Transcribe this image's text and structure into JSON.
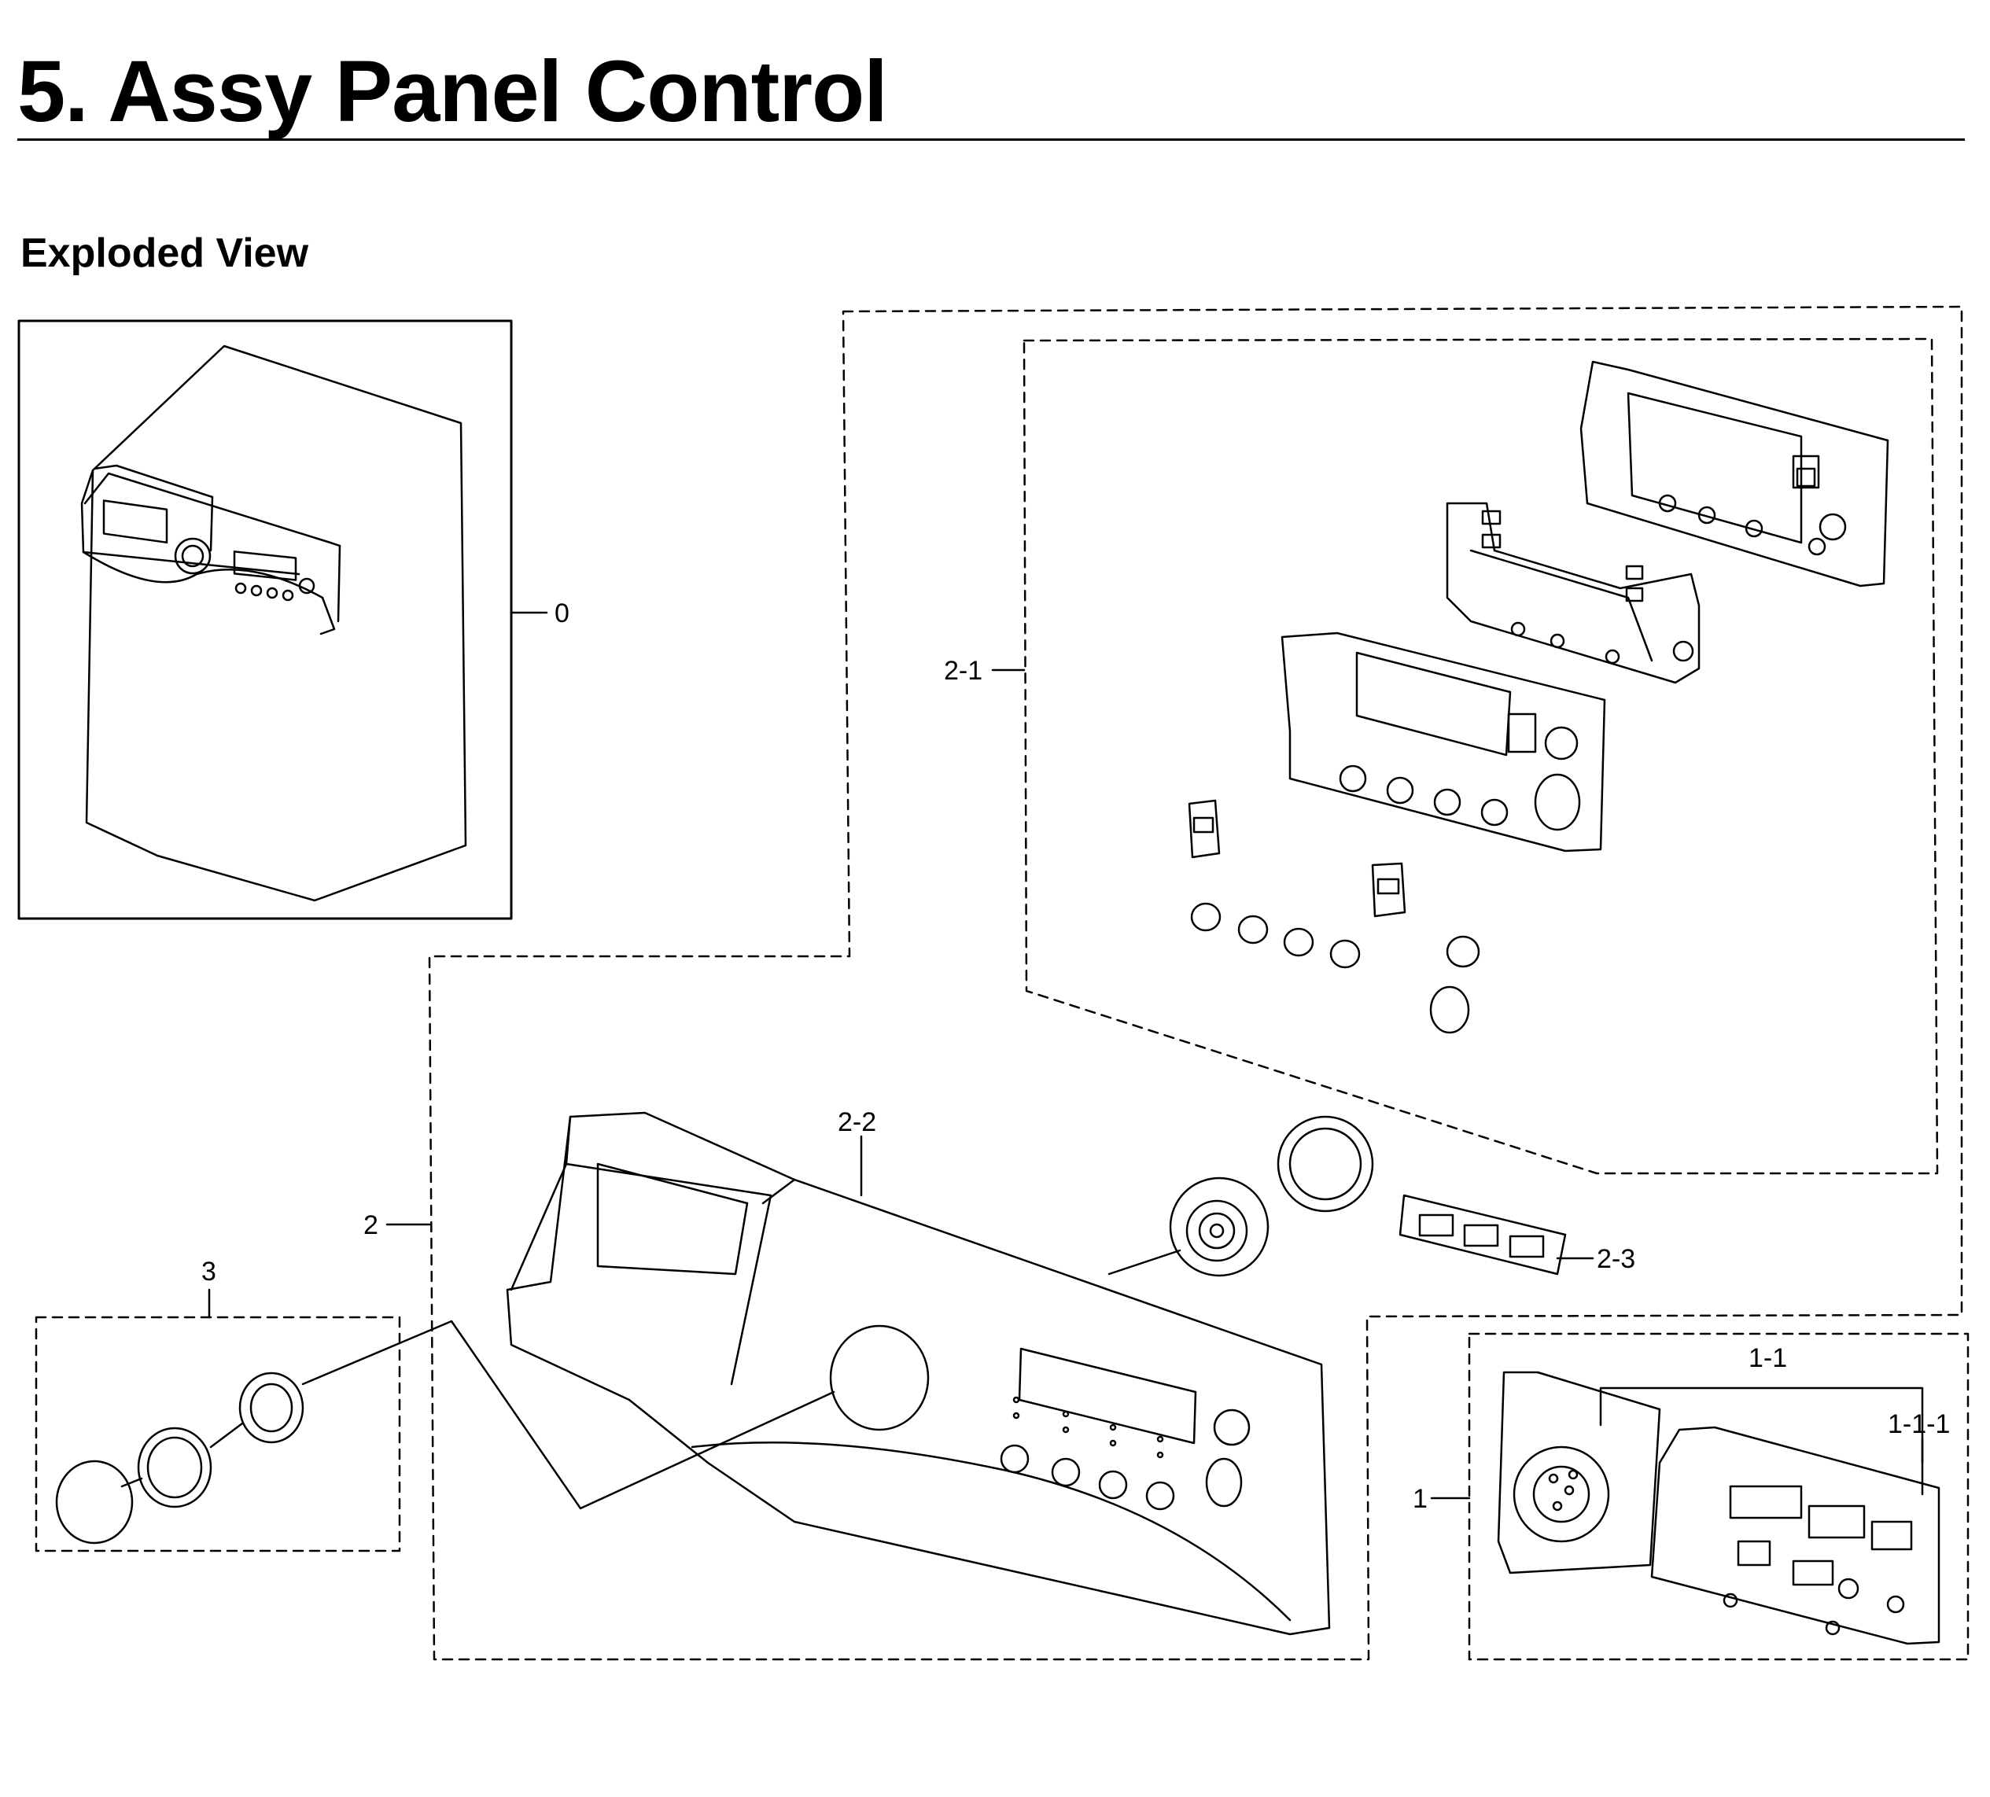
{
  "page": {
    "title": "5.  Assy Panel Control",
    "subtitle": "Exploded View"
  },
  "labels": {
    "assy_0": "0",
    "assy_1": "1",
    "pcb_1_1": "1-1",
    "part_1_1_1": "1-1-1",
    "assy_2": "2",
    "assy_2_1": "2-1",
    "panel_2_2": "2-2",
    "window_2_3": "2-3",
    "knob_3": "3"
  }
}
